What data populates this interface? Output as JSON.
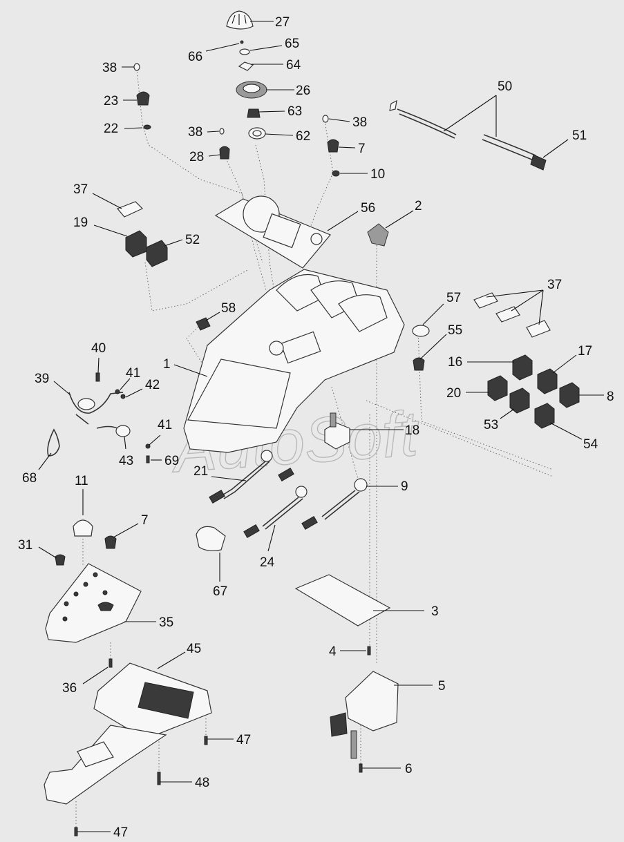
{
  "watermark": "AutoSoft",
  "callouts": [
    "27",
    "66",
    "65",
    "64",
    "38",
    "26",
    "23",
    "63",
    "22",
    "62",
    "38",
    "28",
    "38",
    "7",
    "10",
    "50",
    "51",
    "37",
    "56",
    "2",
    "19",
    "52",
    "58",
    "37",
    "57",
    "55",
    "40",
    "17",
    "16",
    "1",
    "41",
    "20",
    "8",
    "39",
    "42",
    "53",
    "54",
    "41",
    "18",
    "68",
    "69",
    "43",
    "21",
    "11",
    "9",
    "7",
    "31",
    "24",
    "67",
    "35",
    "3",
    "45",
    "4",
    "5",
    "36",
    "47",
    "6",
    "48",
    "47"
  ]
}
